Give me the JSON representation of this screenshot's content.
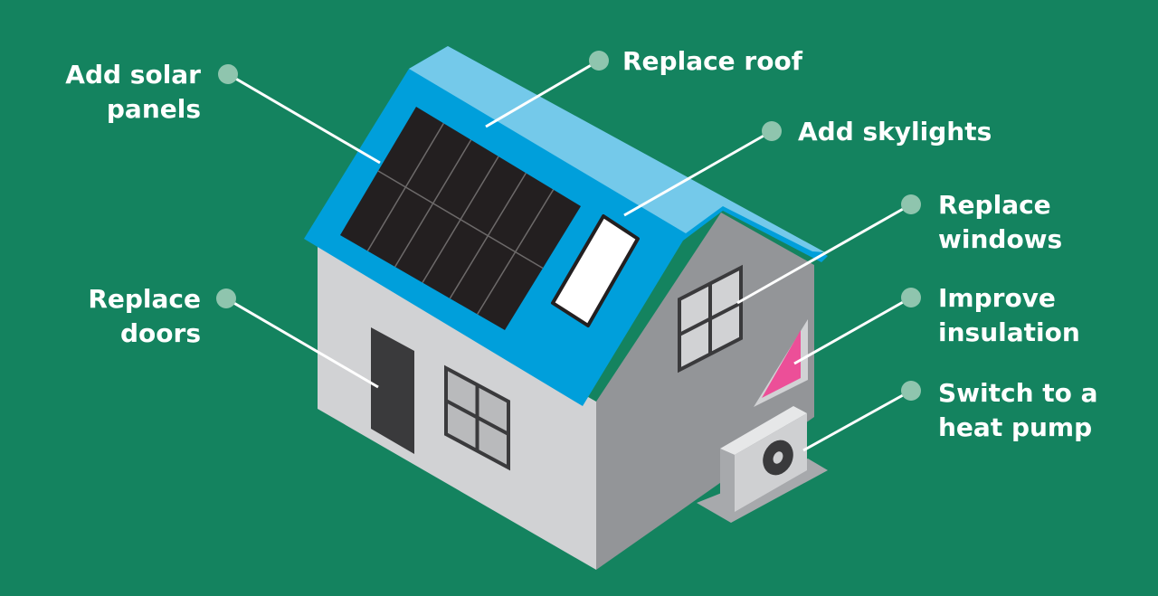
{
  "colors": {
    "background": "#14835f",
    "roof": "#009fdb",
    "roof_ridge": "#74c9ea",
    "front_wall": "#d1d2d4",
    "gable_wall": "#939598",
    "solar_panel": "#231f20",
    "insulation": "#ec4f98",
    "dot": "#8fc5ae"
  },
  "labels": {
    "solar": [
      "Add solar",
      "panels"
    ],
    "roof": [
      "Replace roof"
    ],
    "skylights": [
      "Add skylights"
    ],
    "windows": [
      "Replace",
      "windows"
    ],
    "insulation": [
      "Improve",
      "insulation"
    ],
    "heat_pump": [
      "Switch to a",
      "heat pump"
    ],
    "doors": [
      "Replace",
      "doors"
    ]
  }
}
